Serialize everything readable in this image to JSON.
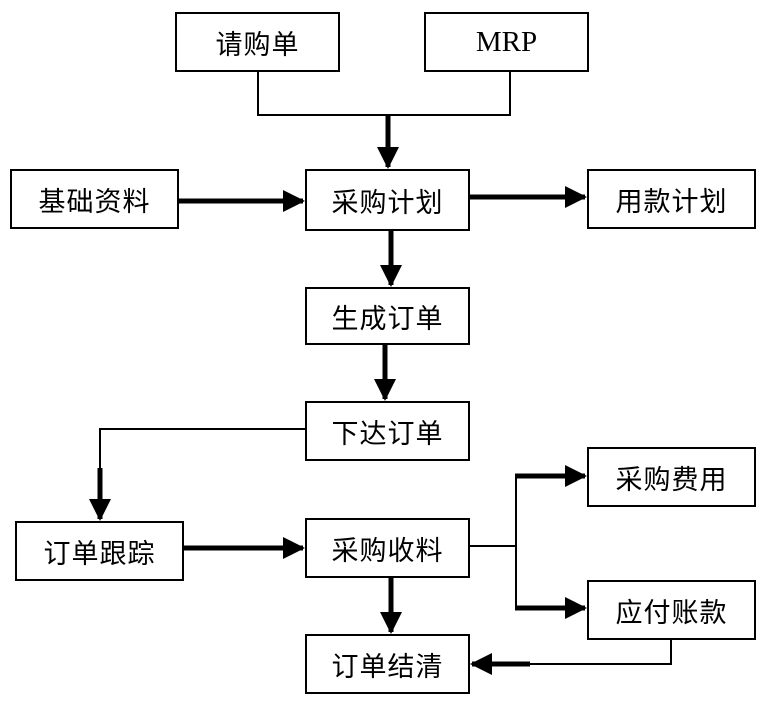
{
  "nodes": {
    "purchase_request": "请购单",
    "mrp": "MRP",
    "base_data": "基础资料",
    "purchase_plan": "采购计划",
    "payment_plan": "用款计划",
    "generate_order": "生成订单",
    "issue_order": "下达订单",
    "purchase_cost": "采购费用",
    "order_tracking": "订单跟踪",
    "purchase_receiving": "采购收料",
    "accounts_payable": "应付账款",
    "order_closing": "订单结清"
  }
}
